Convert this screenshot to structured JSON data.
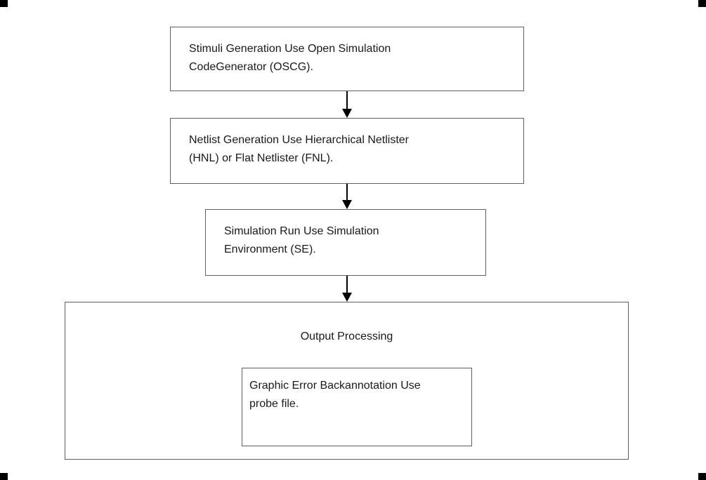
{
  "colors": {
    "background": "#ffffff",
    "box_border": "#5f5f5f",
    "text": "#1a1a1a",
    "arrow": "#000000",
    "corner_marks": "#000000"
  },
  "flowchart": {
    "boxes": [
      {
        "id": "stimuli-generation",
        "lines": [
          "Stimuli Generation Use Open Simulation",
          "CodeGenerator (OSCG)."
        ]
      },
      {
        "id": "netlist-generation",
        "lines": [
          "Netlist Generation Use Hierarchical Netlister",
          "(HNL) or Flat Netlister (FNL)."
        ]
      },
      {
        "id": "simulation-run",
        "lines": [
          "Simulation Run Use Simulation",
          "Environment (SE)."
        ]
      },
      {
        "id": "output-processing",
        "title": "Output Processing"
      },
      {
        "id": "graphic-error-backannotation",
        "lines": [
          "Graphic Error Backannotation Use",
          "probe file."
        ]
      }
    ],
    "arrow_count": 3
  }
}
